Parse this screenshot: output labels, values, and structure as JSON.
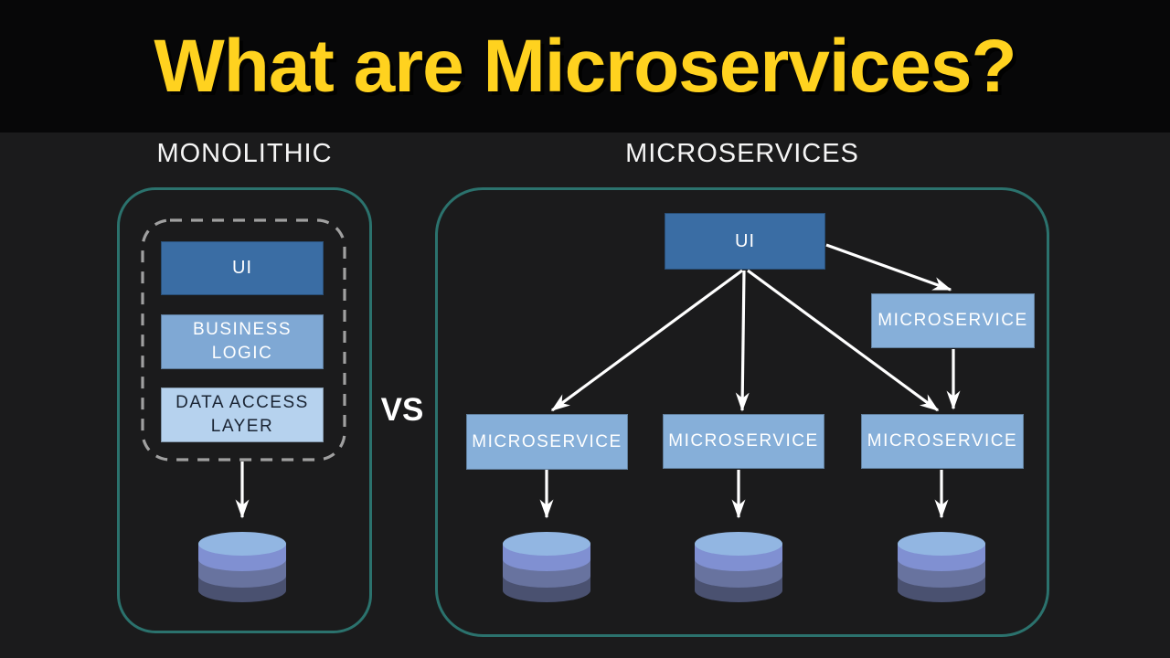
{
  "title": "What are Microservices?",
  "vs_label": "VS",
  "monolithic": {
    "heading": "MONOLITHIC",
    "layers": [
      {
        "label": "UI"
      },
      {
        "label": "BUSINESS\nLOGIC"
      },
      {
        "label": "DATA ACCESS\nLAYER"
      }
    ],
    "database_icon": "database-cylinder"
  },
  "microservices": {
    "heading": "MICROSERVICES",
    "ui_label": "UI",
    "services": [
      {
        "label": "MICROSERVICE"
      },
      {
        "label": "MICROSERVICE"
      },
      {
        "label": "MICROSERVICE"
      },
      {
        "label": "MICROSERVICE"
      }
    ],
    "database_icons": [
      "database-cylinder",
      "database-cylinder",
      "database-cylinder"
    ]
  },
  "colors": {
    "title_yellow": "#ffd21f",
    "header_bg": "#070708",
    "body_bg": "#1b1b1c",
    "panel_border_teal": "#2b726d",
    "dashed_boundary_gray": "#a0a0a0",
    "box_dark_blue": "#3a6da4",
    "box_mid_blue": "#7fa8d4",
    "box_light_blue": "#b6d2ee",
    "microservice_box_blue": "#86afd9",
    "box_dark_text": "#1a2433",
    "arrow_white": "#ffffff",
    "db_top": "#92b6e2",
    "db_band_1": "#8090d2",
    "db_band_2": "#68739f",
    "db_band_3": "#4a5170"
  }
}
